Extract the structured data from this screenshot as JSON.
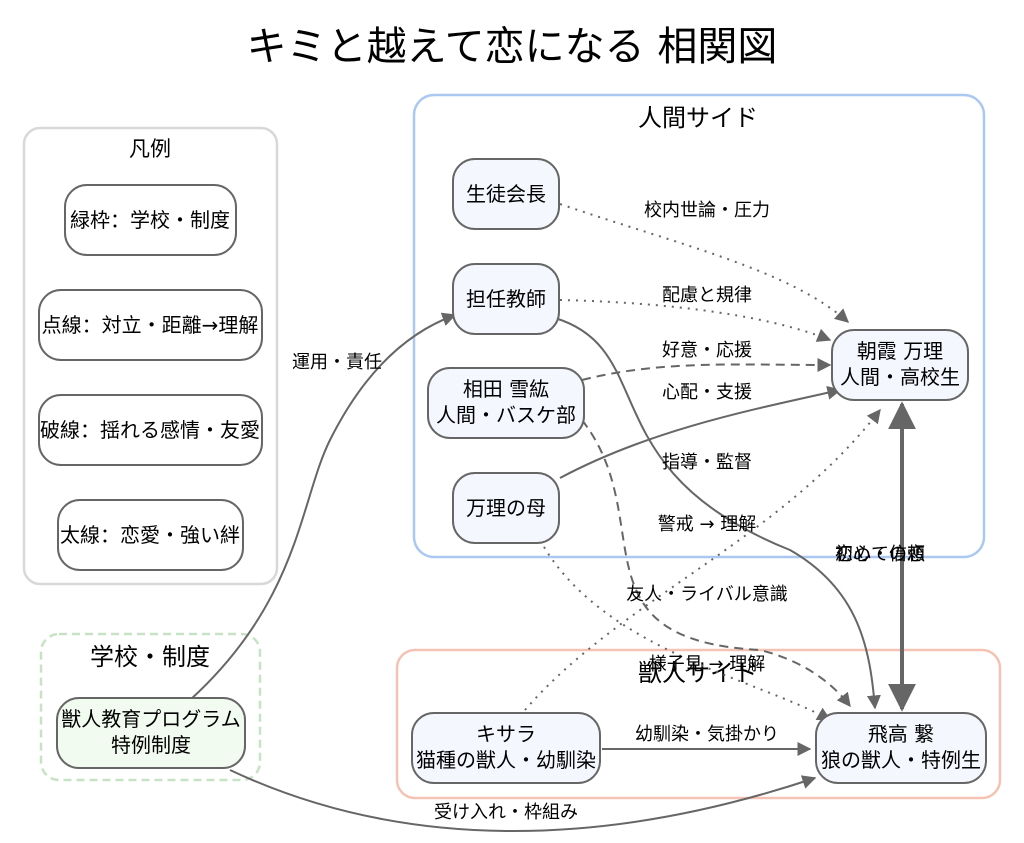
{
  "title": "キミと越えて恋になる 相関図",
  "legend": {
    "title": "凡例",
    "items": [
      "緑枠：学校・制度",
      "点線：対立・距離→理解",
      "破線：揺れる感情・友愛",
      "太線：恋愛・強い絆"
    ]
  },
  "clusters": {
    "human": "人間サイド",
    "beast": "獣人サイド",
    "school": "学校・制度"
  },
  "nodes": {
    "council": [
      "生徒会長"
    ],
    "teacher": [
      "担任教師"
    ],
    "aida": [
      "相田 雪紘",
      "人間・バスケ部"
    ],
    "mother": [
      "万理の母"
    ],
    "mari": [
      "朝霞 万理",
      "人間・高校生"
    ],
    "kisara": [
      "キサラ",
      "猫種の獣人・幼馴染"
    ],
    "tsunagu": [
      "飛高 繋",
      "狼の獣人・特例生"
    ],
    "program": [
      "獣人教育プログラム",
      "特例制度"
    ]
  },
  "edges": {
    "council_mari": "校内世論・圧力",
    "teacher_mari": "配慮と規律",
    "aida_mari": "好意・応援",
    "mother_mari": "心配・支援",
    "teacher_tsunagu": "指導・監督",
    "kisara_mari": "警戒 → 理解",
    "aida_tsunagu": "友人・ライバル意識",
    "mother_tsunagu": "様子見 → 理解",
    "kisara_tsunagu": "幼馴染・気掛かり",
    "program_teacher": "運用・責任",
    "program_tsunagu": "受け入れ・枠組み",
    "love_a": "恋心・信頼",
    "love_b": "初めての恋"
  },
  "colors": {
    "human_border": "#aac8f2",
    "beast_border": "#f5c2b3",
    "school_border": "#c7e2c4",
    "legend_border": "#d8d8d8",
    "node_fill": "#f5f7ff",
    "program_fill": "#f2fbf0",
    "edge": "#666666"
  }
}
